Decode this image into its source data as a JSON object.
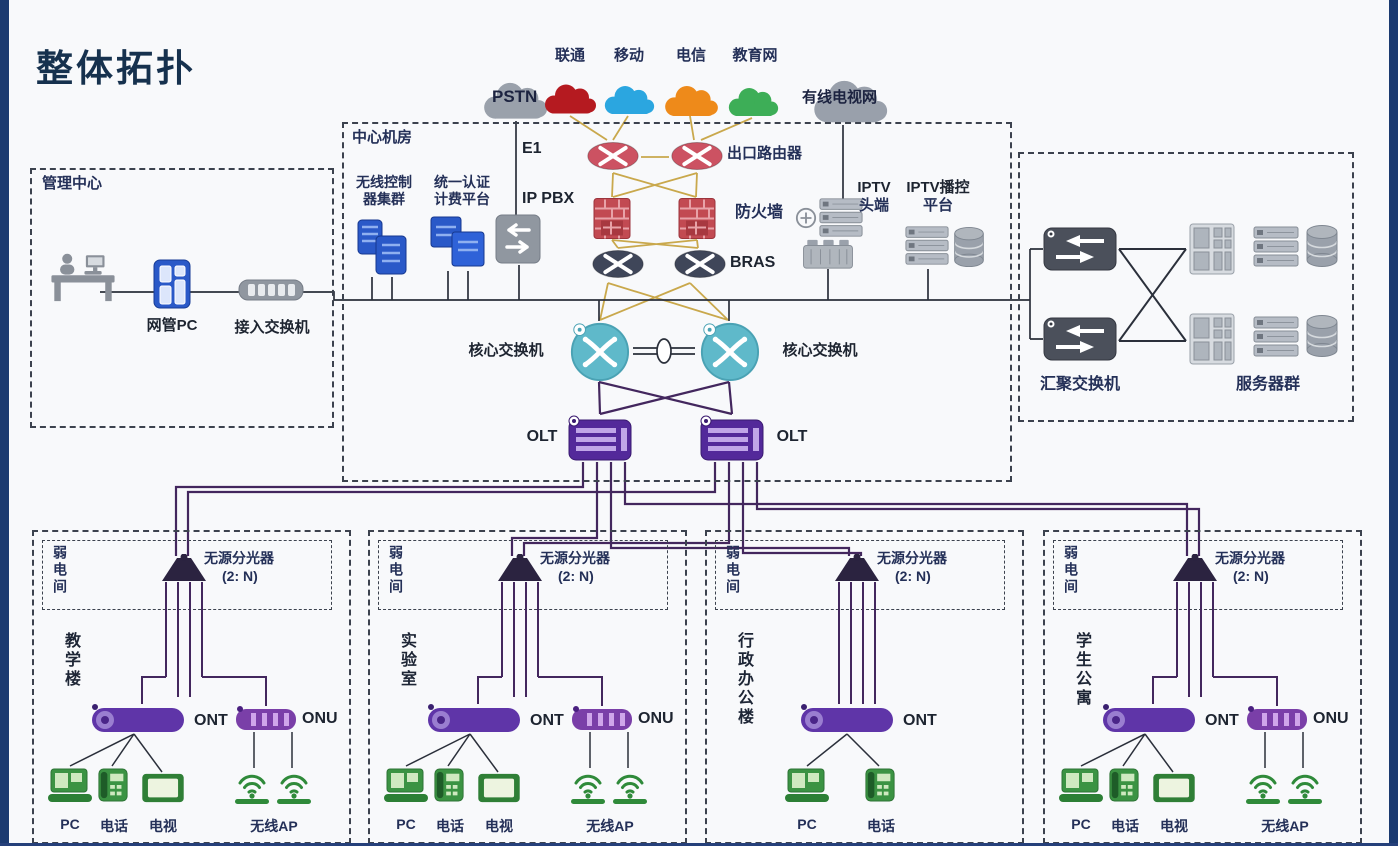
{
  "title": "整体拓扑",
  "clouds": {
    "pstn": "PSTN",
    "unicom": "联通",
    "mobile": "移动",
    "telecom": "电信",
    "edu": "教育网",
    "catv": "有线电视网"
  },
  "management": {
    "box": "管理中心",
    "pc": "网管PC",
    "access_switch": "接入交换机"
  },
  "core_room": {
    "box": "中心机房",
    "e1": "E1",
    "wlc_line1": "无线控制",
    "wlc_line2": "器集群",
    "auth_line1": "统一认证",
    "auth_line2": "计费平台",
    "ippbx": "IP PBX",
    "exit_router": "出口路由器",
    "firewall": "防火墙",
    "bras": "BRAS",
    "iptv_head_line1": "IPTV",
    "iptv_head_line2": "头端",
    "iptv_ctl_line1": "IPTV播控",
    "iptv_ctl_line2": "平台",
    "core_switch": "核心交换机",
    "olt": "OLT"
  },
  "server_zone": {
    "agg_switch": "汇聚交换机",
    "servers": "服务器群"
  },
  "access": {
    "room": "弱电间",
    "splitter": "无源分光器",
    "ratio": "(2: N)",
    "ont": "ONT",
    "onu": "ONU",
    "pc": "PC",
    "phone": "电话",
    "tv": "电视",
    "ap": "无线AP",
    "buildings": [
      "教学楼",
      "实验室",
      "行政办公楼",
      "学生公寓"
    ]
  },
  "colors": {
    "accent_purple": "#53299a",
    "core_teal": "#5fb9ca",
    "router_red": "#cc5262",
    "bras_dark": "#3f4659",
    "device_green": "#3b9343",
    "device_blue": "#2a59c8",
    "line_tan": "#c9a84c",
    "line_purple": "#43275e"
  },
  "icons": {
    "cloud-icon": "cloud blob",
    "router-icon": "ellipse with white X arrows",
    "firewall-icon": "red brick wall",
    "core-switch-icon": "teal circle with crossing arrows",
    "olt-icon": "purple striped chassis",
    "splitter-icon": "dark trapezoid",
    "ont-icon": "purple pill with cap",
    "onu-icon": "purple pill with slats",
    "pc-icon": "green laptop",
    "phone-icon": "green telephone",
    "tv-icon": "green television",
    "ap-icon": "green wifi arcs",
    "server-icon": "gray rack",
    "database-icon": "gray cylinder",
    "person-desk-icon": "operator at desk"
  }
}
